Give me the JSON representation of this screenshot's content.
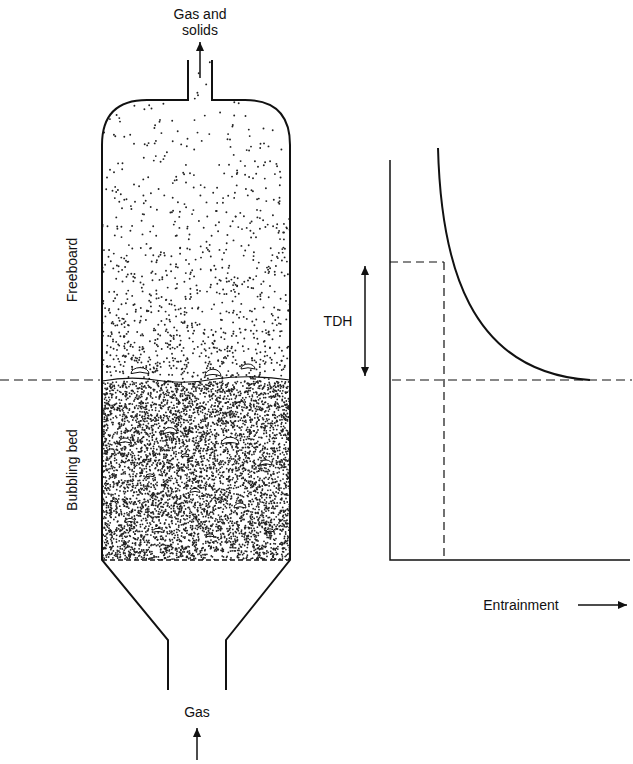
{
  "diagram": {
    "labels": [
      "Gas and solids",
      "Freeboard",
      "Bubbling bed",
      "Gas",
      "TDH",
      "Entrainment"
    ]
  }
}
